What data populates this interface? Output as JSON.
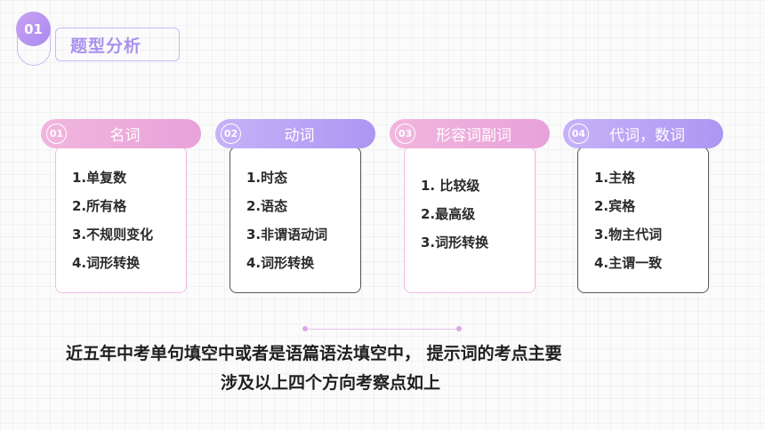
{
  "badge": {
    "number": "01"
  },
  "section": {
    "title": "题型分析"
  },
  "cards": [
    {
      "num": "01",
      "title": "名词",
      "items": [
        "1.单复数",
        "2.所有格",
        "3.不规则变化",
        "4.词形转换"
      ]
    },
    {
      "num": "02",
      "title": "动词",
      "items": [
        "1.时态",
        "2.语态",
        "3.非谓语动词",
        "4.词形转换"
      ]
    },
    {
      "num": "03",
      "title": "形容词副词",
      "items": [
        "1. 比较级",
        "2.最高级",
        "3.词形转换"
      ]
    },
    {
      "num": "04",
      "title": "代词，数词",
      "items": [
        "1.主格",
        "2.宾格",
        "3.物主代词",
        "4.主谓一致"
      ]
    }
  ],
  "summary": {
    "line1": "近五年中考单句填空中或者是语篇语法填空中， 提示词的考点主要",
    "line2": "涉及以上四个方向考察点如上"
  },
  "colors": {
    "pink": "#eeaedc",
    "violet": "#b39cf4",
    "title_text": "#a991ee"
  }
}
